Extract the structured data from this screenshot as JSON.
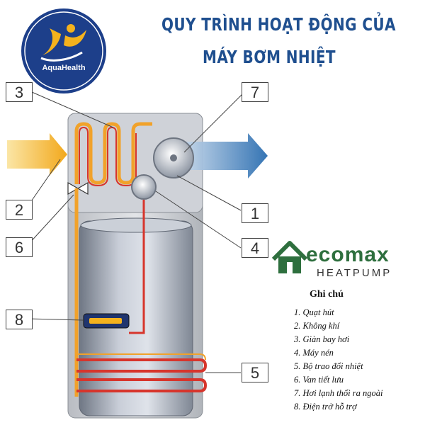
{
  "title": {
    "line1": "QUY TRÌNH HOẠT ĐỘNG CỦA",
    "line2": "MÁY BƠM NHIỆT"
  },
  "logo": {
    "text": "AquaHealth"
  },
  "brand": {
    "name": "ecomax",
    "tagline": "HEATPUMP"
  },
  "callouts": [
    "1",
    "2",
    "3",
    "4",
    "5",
    "6",
    "7",
    "8"
  ],
  "legend": {
    "title": "Ghi chú",
    "items": [
      "1. Quạt hút",
      "2. Không khí",
      "3. Giàn bay hơi",
      "4. Máy nén",
      "5.   Bộ trao đổi nhiệt",
      "6. Van tiết lưu",
      "7. Hơi lạnh thổi ra ngoài",
      "8. Điện trở hỗ trợ"
    ]
  },
  "colors": {
    "title": "#1f4f8f",
    "logo_circle": "#1d3f8a",
    "logo_accent": "#f4b21d",
    "arrow_in": "#f4b21d",
    "arrow_out": "#2f74b5",
    "pipe_hot": "#d7352c",
    "pipe_warm": "#f1a22a",
    "brand_green": "#2e6f3e"
  }
}
